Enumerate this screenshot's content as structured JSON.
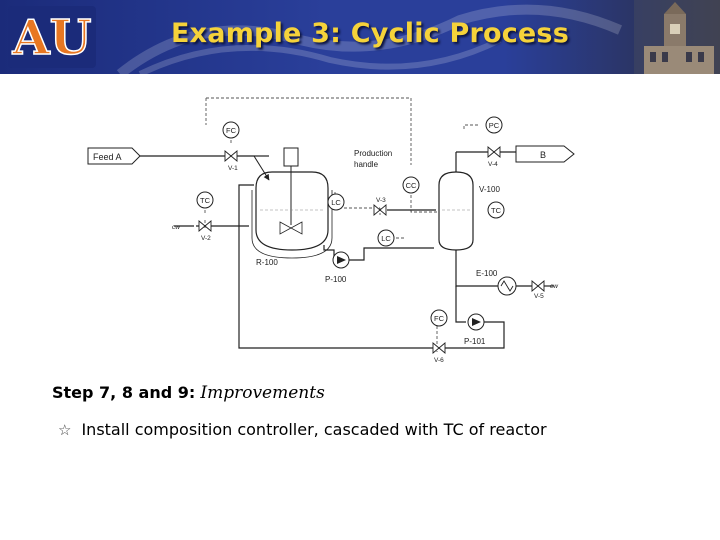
{
  "header": {
    "title": "Example 3: Cyclic Process",
    "logo_text": "AU",
    "colors": {
      "band": "#2a3f9a",
      "title": "#f5d23a",
      "logo_orange": "#e87722"
    }
  },
  "diagram": {
    "feed": "Feed A",
    "product": "B",
    "production_handle_line1": "Production",
    "production_handle_line2": "handle",
    "controllers": {
      "fc_top": "FC",
      "pc": "PC",
      "tc_left": "TC",
      "lc_reactor": "LC",
      "cc": "CC",
      "tc_column": "TC",
      "lc_column": "LC",
      "fc_bottom": "FC"
    },
    "valves": {
      "v1": "V-1",
      "v2": "V-2",
      "v3": "V-3",
      "v4": "V-4",
      "v5": "V-5",
      "v6": "V-6"
    },
    "equipment": {
      "reactor": "R-100",
      "pump1": "P-100",
      "column": "V-100",
      "exchanger": "E-100",
      "pump2": "P-101"
    },
    "cw_left": "cw",
    "cw_right": "cw"
  },
  "content": {
    "step_label": "Step 7, 8 and 9:",
    "step_sub": "Improvements",
    "bullet_icon": "star-outline-icon",
    "bullet_text": "Install composition controller, cascaded with TC of reactor"
  }
}
